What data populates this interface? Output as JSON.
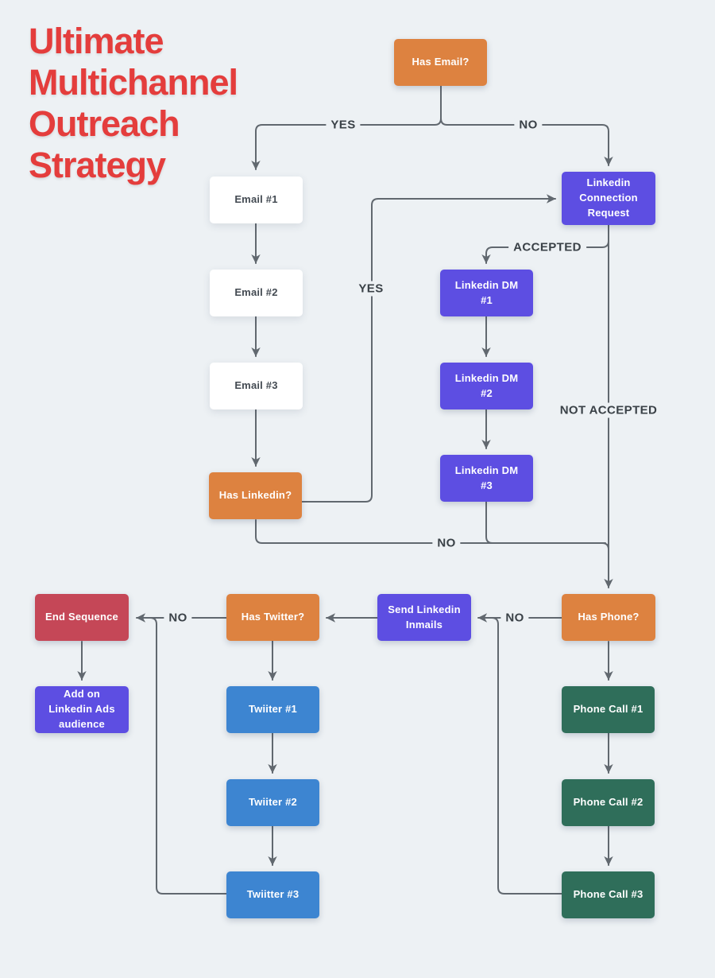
{
  "title": {
    "lines": [
      "Ultimate",
      "Multichannel",
      "Outreach",
      "Strategy"
    ]
  },
  "colors": {
    "background": "#edf1f4",
    "title_red": "#e43d3c",
    "orange": "#dd8240",
    "purple": "#5d4ee2",
    "blue": "#3d85d1",
    "green": "#2f6e5a",
    "red": "#c54757",
    "white": "#ffffff",
    "connector_gray": "#61686f"
  },
  "nodes": {
    "has_email": {
      "label": "Has Email?"
    },
    "email1": {
      "label": "Email #1"
    },
    "email2": {
      "label": "Email #2"
    },
    "email3": {
      "label": "Email #3"
    },
    "has_linkedin": {
      "label": "Has Linkedin?"
    },
    "linkedin_connection_request": {
      "label": "Linkedin Connection Request"
    },
    "linkedin_dm1": {
      "label": "Linkedin DM #1"
    },
    "linkedin_dm2": {
      "label": "Linkedin DM #2"
    },
    "linkedin_dm3": {
      "label": "Linkedin DM #3"
    },
    "end_sequence": {
      "label": "End Sequence"
    },
    "has_twitter": {
      "label": "Has Twitter?"
    },
    "send_linkedin_inmails": {
      "label": "Send Linkedin Inmails"
    },
    "has_phone": {
      "label": "Has Phone?"
    },
    "add_linkedin_ads": {
      "label": "Add on Linkedin Ads audience"
    },
    "twitter1": {
      "label": "Twiiter #1"
    },
    "twitter2": {
      "label": "Twiiter #2"
    },
    "twitter3": {
      "label": "Twiitter #3"
    },
    "phone1": {
      "label": "Phone Call #1"
    },
    "phone2": {
      "label": "Phone Call #2"
    },
    "phone3": {
      "label": "Phone Call #3"
    }
  },
  "edge_labels": {
    "yes_top": "YES",
    "no_top": "NO",
    "yes_mid": "YES",
    "accepted": "ACCEPTED",
    "not_accepted": "NOT ACCEPTED",
    "no_linkedin": "NO",
    "no_phone": "NO",
    "no_twitter": "NO"
  }
}
